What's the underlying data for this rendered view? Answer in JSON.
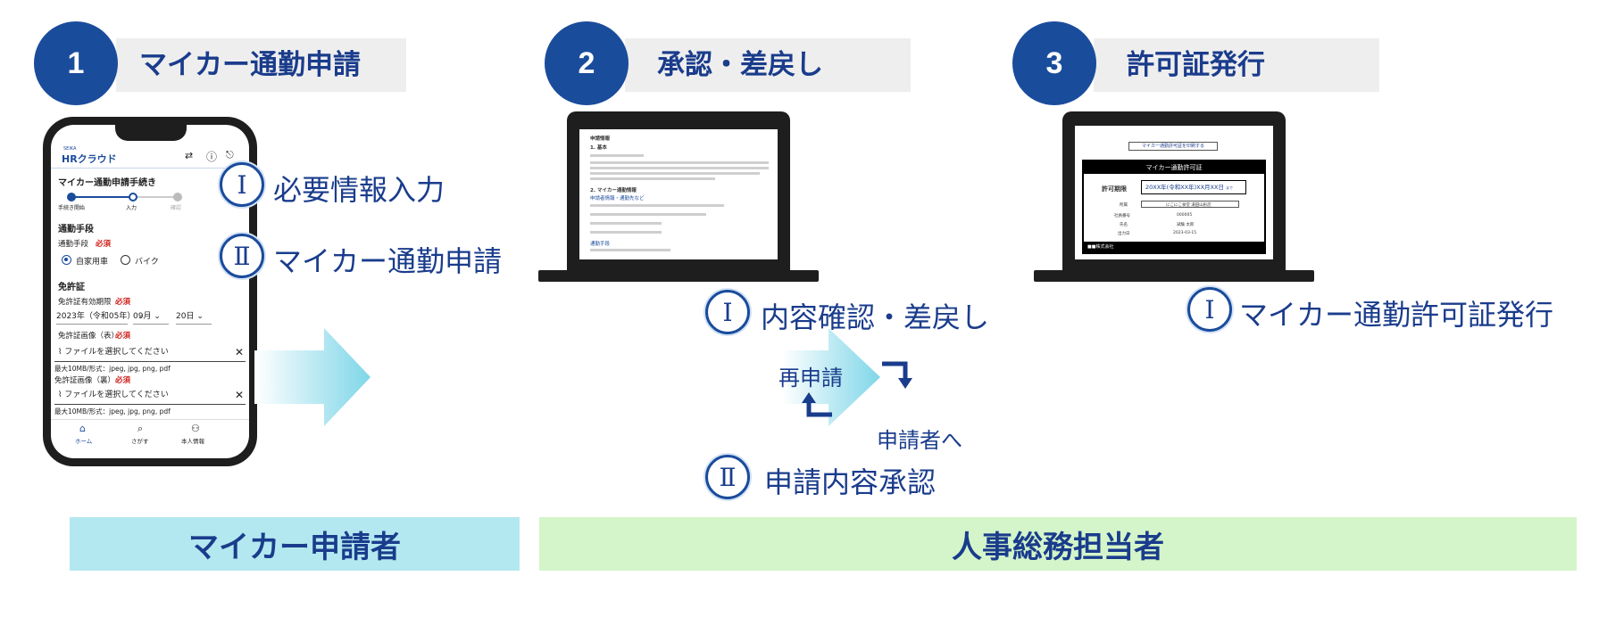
{
  "steps": [
    {
      "number": "1",
      "title": "マイカー通勤申請"
    },
    {
      "number": "2",
      "title": "承認・差戻し"
    },
    {
      "number": "3",
      "title": "許可証発行"
    }
  ],
  "step1_items": [
    {
      "numeral": "Ⅰ",
      "label": "必要情報入力"
    },
    {
      "numeral": "Ⅱ",
      "label": "マイカー通勤申請"
    }
  ],
  "step2_items": [
    {
      "numeral": "Ⅰ",
      "label": "内容確認・差戻し"
    },
    {
      "numeral": "Ⅱ",
      "label": "申請内容承認"
    }
  ],
  "step3_items": [
    {
      "numeral": "Ⅰ",
      "label": "マイカー通勤許可証発行"
    }
  ],
  "loop": {
    "reapply": "再申請",
    "to_applicant": "申請者へ"
  },
  "roles": {
    "applicant": "マイカー申請者",
    "hr": "人事総務担当者"
  },
  "colors": {
    "navy": "#1a4c9c",
    "text": "#1a3c8c",
    "band_gray": "#eeeeee",
    "applicant_bar": "#b3e8f0",
    "hr_bar": "#d4f5c9",
    "arrow_cyan": "#7fd6e8"
  },
  "phone": {
    "brand": "HRクラウド",
    "brand_small": "SEIKA",
    "header_icons": [
      "switch-icon",
      "help-icon",
      "logout-icon"
    ],
    "title": "マイカー通勤申請手続き",
    "progress": [
      "手続き開始",
      "入力",
      "確認"
    ],
    "section_commute": "通勤手段",
    "commute_label": "通勤手段",
    "required": "必須",
    "option_car": "自家用車",
    "option_bike": "バイク",
    "section_license": "免許証",
    "license_expiry_label": "免許証有効期限",
    "year": "2023年（令和05年）",
    "month": "09月",
    "day": "20日",
    "image_front_label": "免許証画像（表）",
    "image_back_label": "免許証画像（裏）",
    "file_placeholder": "ファイルを選択してください",
    "file_hint": "最大10MB/形式：jpeg, jpg, png, pdf",
    "nav": [
      "ホーム",
      "さがす",
      "本人情報"
    ]
  },
  "laptop2": {
    "doc_title": "申請情報",
    "section1": "1. 基本",
    "section2": "2. マイカー通勤情報",
    "subsection": "申請者情報・通勤先など",
    "section3": "通勤手段"
  },
  "laptop3": {
    "print_button": "マイカー通勤許可証を印刷する",
    "header": "マイカー通勤許可証",
    "period_label": "許可期限",
    "period_value": "20XX年(令和XX年)XX月XX日",
    "period_suffix": "まで",
    "rows": [
      {
        "label": "所属",
        "value": "にこにこ食堂 湯田山形店"
      },
      {
        "label": "社員番号",
        "value": "000005"
      },
      {
        "label": "氏名",
        "value": "試験 太郎"
      },
      {
        "label": "出力日",
        "value": "2023-03-15"
      }
    ],
    "company": "■■株式会社"
  }
}
